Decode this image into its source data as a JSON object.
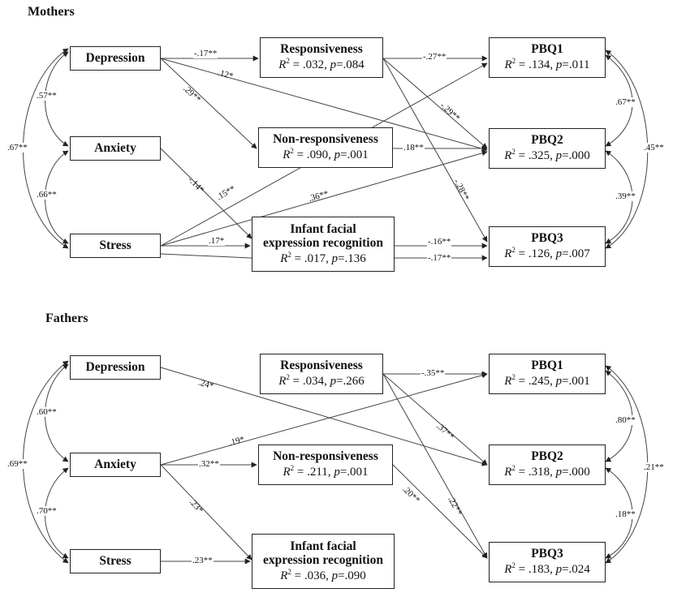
{
  "mothers": {
    "title": "Mothers",
    "depression": "Depression",
    "anxiety": "Anxiety",
    "stress": "Stress",
    "responsiveness": {
      "name": "Responsiveness",
      "r2": ".032",
      "p": ".084"
    },
    "non_responsiveness": {
      "name": "Non-responsiveness",
      "r2": ".090",
      "p": ".001"
    },
    "infant": {
      "name1": "Infant facial",
      "name2": "expression recognition",
      "r2": ".017",
      "p": ".136"
    },
    "pbq1": {
      "name": "PBQ1",
      "r2": ".134",
      "p": ".011"
    },
    "pbq2": {
      "name": "PBQ2",
      "r2": ".325",
      "p": ".000"
    },
    "pbq3": {
      "name": "PBQ3",
      "r2": ".126",
      "p": ".007"
    },
    "coefs": {
      "dep_resp": "-.17**",
      "dep_pbq2": ".12*",
      "dep_nonresp": ".29**",
      "anx_infant": "-.14*",
      "str_nonresp_pbq1": ".15**",
      "str_pbq2": ".36**",
      "str_infant": ".17*",
      "resp_pbq1": "-.27**",
      "resp_pbq2": "-.29**",
      "resp_pbq3": "-.28**",
      "nonresp_pbq2": ".18**",
      "infant_pbq3": "-.16**",
      "str_pbq3": "-.17**",
      "dep_anx": ".57**",
      "anx_str": ".66**",
      "dep_str": ".67**",
      "pbq1_pbq2": ".67**",
      "pbq2_pbq3": ".39**",
      "pbq1_pbq3": ".45**"
    }
  },
  "fathers": {
    "title": "Fathers",
    "depression": "Depression",
    "anxiety": "Anxiety",
    "stress": "Stress",
    "responsiveness": {
      "name": "Responsiveness",
      "r2": ".034",
      "p": ".266"
    },
    "non_responsiveness": {
      "name": "Non-responsiveness",
      "r2": ".211",
      "p": ".001"
    },
    "infant": {
      "name1": "Infant facial",
      "name2": "expression recognition",
      "r2": ".036",
      "p": ".090"
    },
    "pbq1": {
      "name": "PBQ1",
      "r2": ".245",
      "p": ".001"
    },
    "pbq2": {
      "name": "PBQ2",
      "r2": ".318",
      "p": ".000"
    },
    "pbq3": {
      "name": "PBQ3",
      "r2": ".183",
      "p": ".024"
    },
    "coefs": {
      "dep_pbq2": ".24*",
      "anx_pbq1": ".19*",
      "anx_nonresp": ".32**",
      "anx_infant": ".23*",
      "str_infant": ".23**",
      "resp_pbq1": "-.35**",
      "resp_pbq2": ".37**",
      "resp_pbq3": ".22**",
      "nonresp_pbq3": ".20**",
      "dep_anx": ".60**",
      "anx_str": ".70**",
      "dep_str": ".69**",
      "pbq1_pbq2": ".80**",
      "pbq2_pbq3": ".18**",
      "pbq1_pbq3": ".21**"
    }
  }
}
